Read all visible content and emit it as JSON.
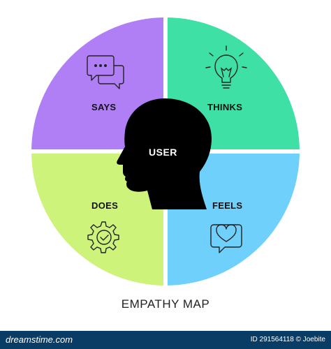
{
  "diagram": {
    "title": "EMPATHY MAP",
    "center_label": "USER",
    "quadrants": [
      {
        "label": "SAYS",
        "color": "#b07ef5",
        "icon": "speech-bubbles-icon"
      },
      {
        "label": "THINKS",
        "color": "#3fe0a6",
        "icon": "light-bulb-icon"
      },
      {
        "label": "DOES",
        "color": "#cdf37a",
        "icon": "gear-check-icon"
      },
      {
        "label": "FEELS",
        "color": "#6fd0fb",
        "icon": "heart-chat-icon"
      }
    ]
  },
  "footer": {
    "logo": "dreamstime.com",
    "id_text": "ID 291564118 © Joebite",
    "background": "#0a3d66"
  }
}
